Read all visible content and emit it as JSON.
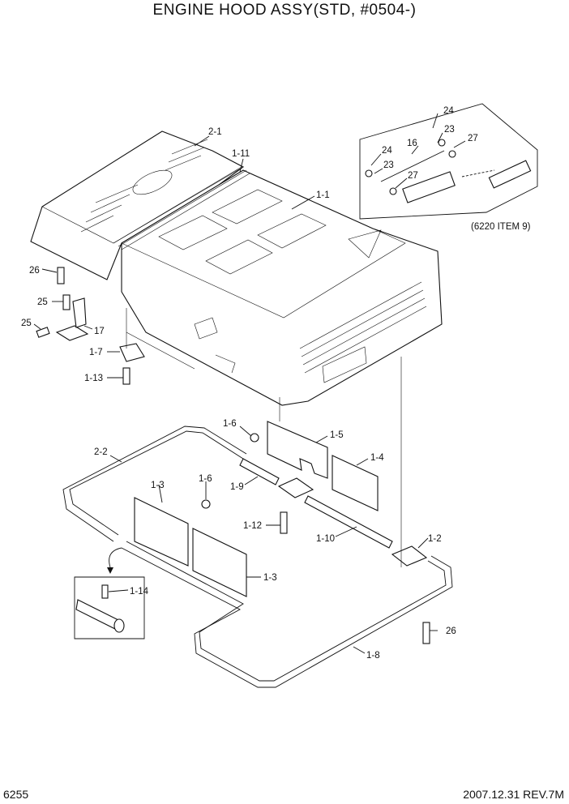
{
  "title": "ENGINE HOOD ASSY(STD, #0504-)",
  "page_number": "6255",
  "revision": "2007.12.31 REV.7M",
  "note": "(6220 ITEM 9)",
  "callouts": {
    "c_2_1": "2-1",
    "c_1_11": "1-11",
    "c_1_1": "1-1",
    "c_24a": "24",
    "c_23a": "23",
    "c_16": "16",
    "c_27a": "27",
    "c_24b": "24",
    "c_23b": "23",
    "c_27b": "27",
    "c_26a": "26",
    "c_25a": "25",
    "c_25b": "25",
    "c_17": "17",
    "c_1_7": "1-7",
    "c_1_13": "1-13",
    "c_1_6a": "1-6",
    "c_1_5": "1-5",
    "c_1_4": "1-4",
    "c_2_2": "2-2",
    "c_1_9": "1-9",
    "c_1_3a": "1-3",
    "c_1_6b": "1-6",
    "c_1_12": "1-12",
    "c_1_10": "1-10",
    "c_1_2": "1-2",
    "c_1_3b": "1-3",
    "c_1_14": "1-14",
    "c_26b": "26",
    "c_1_8": "1-8"
  }
}
